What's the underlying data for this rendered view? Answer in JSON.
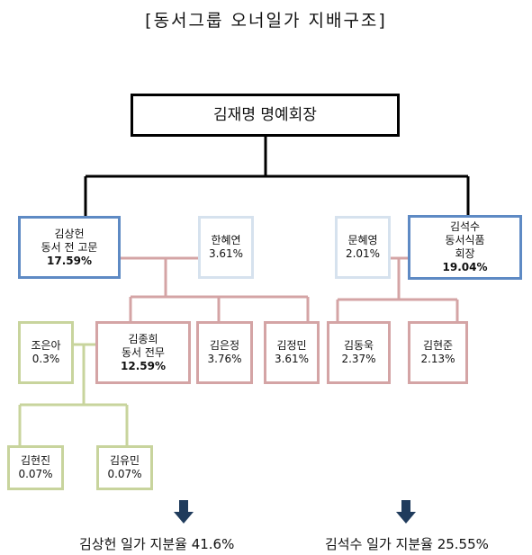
{
  "title": "[동서그룹 오너일가 지배구조]",
  "root": {
    "name": "김재명 명예회장"
  },
  "nodes": {
    "kim_sanghun": {
      "name": "김상헌",
      "role": "동서 전 고문",
      "pct": "17.59%"
    },
    "han_hyeyeon": {
      "name": "한혜연",
      "pct": "3.61%"
    },
    "mun_hyeyeong": {
      "name": "문혜영",
      "pct": "2.01%"
    },
    "kim_seoksu": {
      "name": "김석수",
      "role": "동서식품",
      "role2": "회장",
      "pct": "19.04%"
    },
    "jo_euna": {
      "name": "조은아",
      "pct": "0.3%"
    },
    "kim_jonghui": {
      "name": "김종희",
      "role": "동서 전무",
      "pct": "12.59%"
    },
    "kim_eunjeong": {
      "name": "김은정",
      "pct": "3.76%"
    },
    "kim_jeongmin": {
      "name": "김정민",
      "pct": "3.61%"
    },
    "kim_donguk": {
      "name": "김동욱",
      "pct": "2.37%"
    },
    "kim_hyeonjun": {
      "name": "김현준",
      "pct": "2.13%"
    },
    "kim_hyeonjin": {
      "name": "김현진",
      "pct": "0.07%"
    },
    "kim_yumin": {
      "name": "김유민",
      "pct": "0.07%"
    }
  },
  "summary": {
    "left": "김상헌 일가 지분율 41.6%",
    "right": "김석수 일가 지분율 25.55%"
  },
  "colors": {
    "black": "#000000",
    "blue": "#5e8ac4",
    "light_blue": "#d6e2ee",
    "pink": "#d4a4a5",
    "green": "#c8d49d",
    "arrow": "#1f3b5c"
  }
}
